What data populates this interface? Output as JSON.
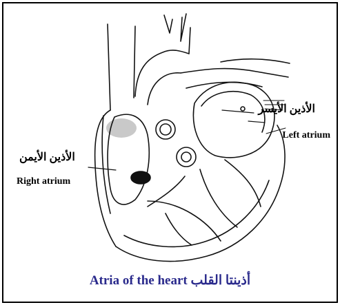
{
  "labels": {
    "left_atrium_ar": "الأذين الأيسر",
    "left_atrium_en": "Left atrium",
    "right_atrium_ar": "الأذين الأيمن",
    "right_atrium_en": "Right atrium"
  },
  "caption": {
    "en": "Atria of the heart",
    "ar": "أذينتا القلب"
  }
}
